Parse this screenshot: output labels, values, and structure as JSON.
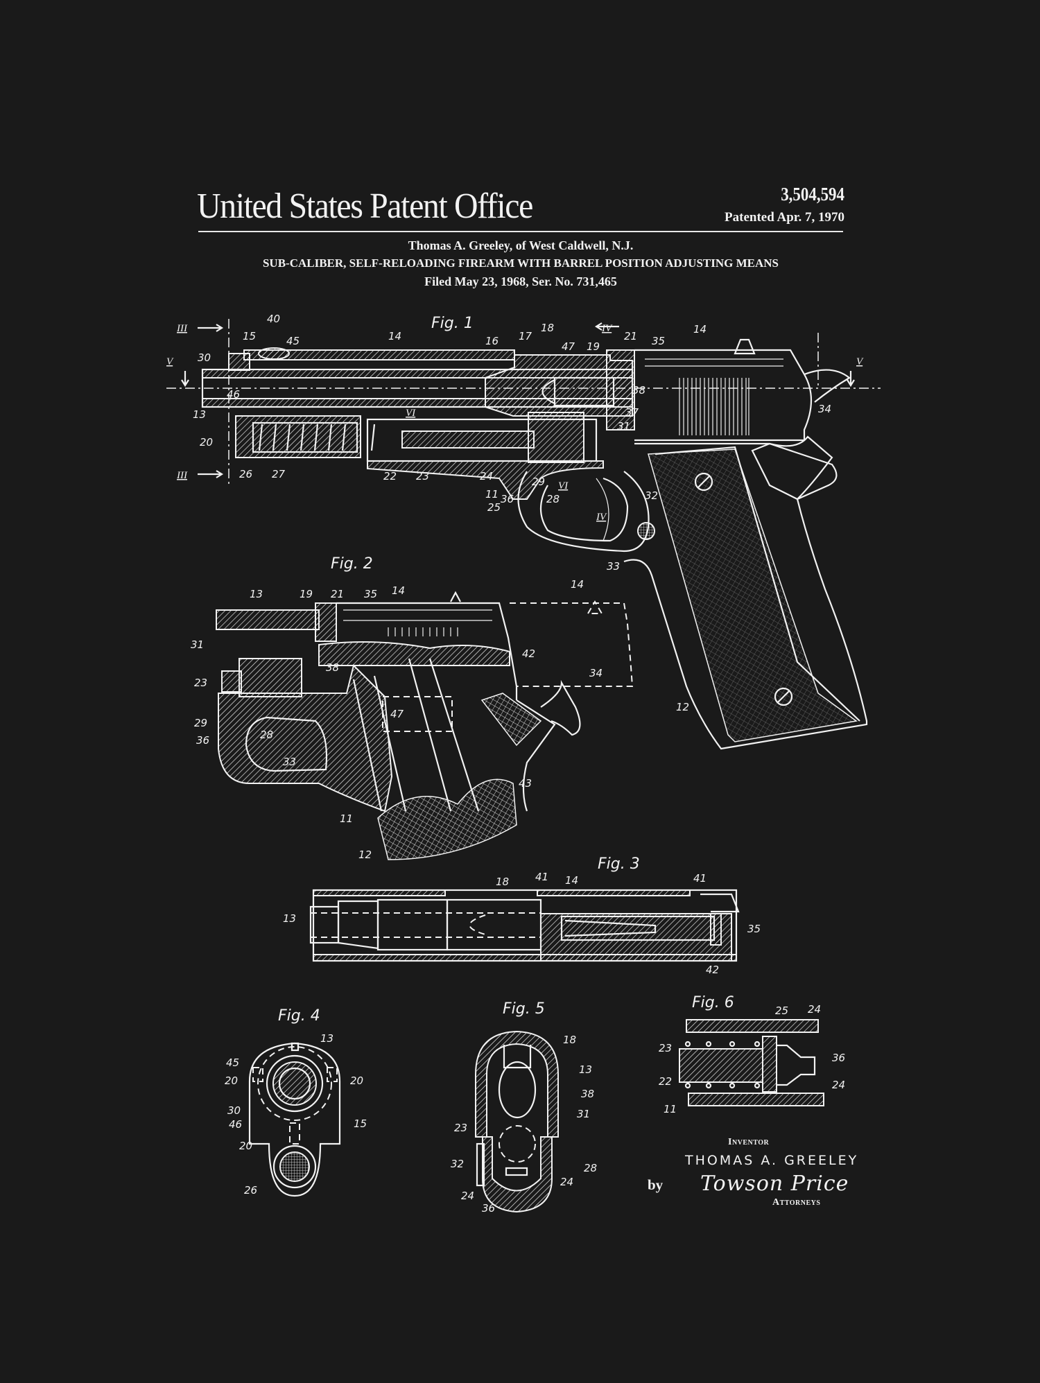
{
  "header": {
    "office": "United States Patent Office",
    "patent_number": "3,504,594",
    "patent_date": "Patented Apr. 7, 1970",
    "inventor_line": "Thomas A. Greeley, of West Caldwell, N.J.",
    "invention_title": "SUB-CALIBER, SELF-RELOADING FIREARM WITH BARREL POSITION ADJUSTING MEANS",
    "filed_line": "Filed May 23, 1968, Ser. No. 731,465"
  },
  "colors": {
    "background": "#1a1a1a",
    "ink": "#f2f2f2"
  },
  "figures": {
    "fig1": {
      "label": "Fig. 1",
      "section_markers": [
        "III",
        "III",
        "IV",
        "IV",
        "V",
        "V",
        "VI",
        "VI"
      ],
      "refs": [
        "40",
        "15",
        "45",
        "14",
        "16",
        "17",
        "18",
        "47",
        "19",
        "21",
        "35",
        "14",
        "30",
        "46",
        "13",
        "20",
        "26",
        "27",
        "22",
        "23",
        "24",
        "11",
        "25",
        "36",
        "29",
        "28",
        "38",
        "37",
        "31",
        "32",
        "33",
        "34",
        "12"
      ]
    },
    "fig2": {
      "label": "Fig. 2",
      "refs": [
        "13",
        "19",
        "21",
        "35",
        "14",
        "14",
        "31",
        "38",
        "23",
        "29",
        "36",
        "28",
        "33",
        "47",
        "42",
        "34",
        "43",
        "11",
        "12"
      ]
    },
    "fig3": {
      "label": "Fig. 3",
      "refs": [
        "18",
        "41",
        "14",
        "41",
        "13",
        "35",
        "42"
      ]
    },
    "fig4": {
      "label": "Fig. 4",
      "refs": [
        "13",
        "45",
        "20",
        "20",
        "30",
        "46",
        "15",
        "20",
        "26"
      ]
    },
    "fig5": {
      "label": "Fig. 5",
      "refs": [
        "18",
        "13",
        "38",
        "31",
        "23",
        "32",
        "28",
        "24",
        "24",
        "36"
      ]
    },
    "fig6": {
      "label": "Fig. 6",
      "refs": [
        "25",
        "24",
        "23",
        "36",
        "22",
        "24",
        "11"
      ]
    }
  },
  "signature_block": {
    "inventor_caption": "Inventor",
    "inventor_name": "THOMAS A. GREELEY",
    "by": "by",
    "signature": "Towson Price",
    "attorneys_caption": "Attorneys"
  }
}
